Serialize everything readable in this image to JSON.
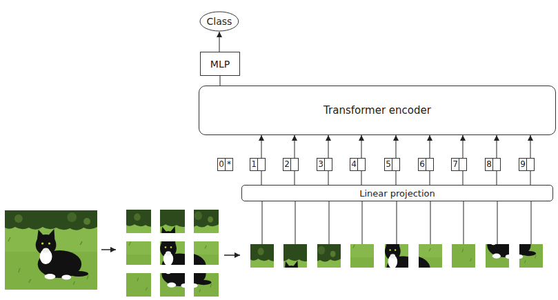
{
  "diagram": {
    "nodes": [
      {
        "text": [
          "Class"
        ]
      },
      {
        "text": [
          "MLP"
        ]
      },
      {
        "text": [
          "Transformer encoder"
        ]
      },
      {
        "text": [
          "0",
          "*"
        ]
      },
      {
        "text": [
          "1"
        ]
      },
      {
        "text": [
          "2"
        ]
      },
      {
        "text": [
          "3"
        ]
      },
      {
        "text": [
          "4"
        ]
      },
      {
        "text": [
          "5"
        ]
      },
      {
        "text": [
          "6"
        ]
      },
      {
        "text": [
          "7"
        ]
      },
      {
        "text": [
          "8"
        ]
      },
      {
        "text": [
          "9"
        ]
      },
      {
        "text": [
          "Linear projection"
        ]
      }
    ],
    "edges": [
      {
        "from": 1,
        "to": 0,
        "arrow": "to"
      },
      {
        "from": 2,
        "to": 1,
        "arrow": "none"
      },
      {
        "from": 4,
        "to": 2,
        "arrow": "to"
      },
      {
        "from": 5,
        "to": 2,
        "arrow": "to"
      },
      {
        "from": 6,
        "to": 2,
        "arrow": "to"
      },
      {
        "from": 7,
        "to": 2,
        "arrow": "to"
      },
      {
        "from": 8,
        "to": 2,
        "arrow": "to"
      },
      {
        "from": 9,
        "to": 2,
        "arrow": "to"
      },
      {
        "from": 10,
        "to": 2,
        "arrow": "to"
      },
      {
        "from": 11,
        "to": 2,
        "arrow": "to"
      },
      {
        "from": 12,
        "to": 2,
        "arrow": "to"
      },
      {
        "from": 13,
        "to": 4,
        "arrow": "none"
      },
      {
        "from": 13,
        "to": 5,
        "arrow": "none"
      },
      {
        "from": 13,
        "to": 6,
        "arrow": "none"
      },
      {
        "from": 13,
        "to": 7,
        "arrow": "none"
      },
      {
        "from": 13,
        "to": 8,
        "arrow": "none"
      },
      {
        "from": 13,
        "to": 9,
        "arrow": "none"
      },
      {
        "from": 13,
        "to": 10,
        "arrow": "none"
      },
      {
        "from": 13,
        "to": 11,
        "arrow": "none"
      },
      {
        "from": 13,
        "to": 12,
        "arrow": "none"
      }
    ]
  }
}
